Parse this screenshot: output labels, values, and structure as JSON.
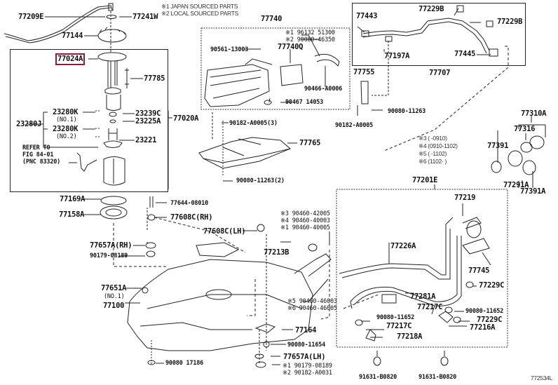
{
  "diagram": {
    "title": "Fuel tank & tube parts diagram",
    "figure_id": "772534L",
    "notes": [
      "※1 JAPAN SOURCED PARTS",
      "※2 LOCAL SOURCED PARTS"
    ],
    "date_notes": [
      "※3 (     -0910)",
      "※4 (0910-1102)",
      "※5 (     -1102)",
      "※6 (1102-     )"
    ],
    "highlight_color": "#8e1b3a",
    "groups": {
      "pump_group": {
        "label": "77020A"
      },
      "canister_group": {
        "label": "77740"
      },
      "vent_tube_group": {
        "label": "77707"
      },
      "filler_pipe_group": {
        "label": "77201E"
      },
      "gauge_group": {
        "label": "77310A"
      },
      "sender_group": {
        "label": "23280J"
      }
    },
    "parts": {
      "p77209E": "77209E",
      "p77241W": "77241W",
      "p77144": "77144",
      "p77024A": "77024A",
      "p77785": "77785",
      "p23280K_1": "23280K",
      "p23280K_1_note": "(NO.1)",
      "p23280K_2": "23280K",
      "p23280K_2_note": "(NO.2)",
      "p23239C": "23239C",
      "p23225A": "23225A",
      "p23221": "23221",
      "refer1": "REFER TO",
      "refer2": "FIG 84-01",
      "refer3": "(PNC 83320)",
      "p90561": "90561-13003",
      "p77740Q": "77740Q",
      "p96132": "※1 96132 51300",
      "p290080": "※2 90080-46350",
      "p90466": "90466-A0006",
      "p90467": "90467 14053",
      "p90182_3": "90182-A0005(3)",
      "p77765": "77765",
      "p90080_2": "90080-11263(2)",
      "p77443": "77443",
      "p77229B_1": "77229B",
      "p77229B_2": "77229B",
      "p77197A": "77197A",
      "p77445": "77445",
      "p77755": "77755",
      "p90182_b": "90182-A0005",
      "p90080_11263": "90080-11263",
      "p77316": "77316",
      "p77391": "77391",
      "p77291A": "77291A",
      "p77391A": "77391A",
      "p77219": "77219",
      "p77226A": "77226A",
      "p77745": "77745",
      "p77229C_1": "77229C",
      "p77281A": "77281A",
      "p77217C_1": "77217C",
      "p90080_11652_1": "90080-11652",
      "p90080_11652_2": "90080-11652",
      "p77229C_2": "77229C",
      "p77217C_2": "77217C",
      "p77216A": "77216A",
      "p77218A": "77218A",
      "p91631_1": "91631-B0820",
      "p91631_2": "91631-B0820",
      "p77169A": "77169A",
      "p77158A": "77158A",
      "p77644": "77644-08010",
      "p77608C_RH": "77608C(RH)",
      "p77608C_LH": "77608C(LH)",
      "p77657A_RH": "77657A(RH)",
      "p90179": "90179-08189",
      "p77651A": "77651A",
      "p77651A_note": "(NO.1)",
      "p77100": "77100",
      "p90080_17186": "90080 17186",
      "p77213B": "77213B",
      "p3_90460": "※3 90460-42005",
      "p4_90460": "※4 90460-40003",
      "p1_90460": "※1 90460-40005",
      "p5_90460": "※5 90460-46003",
      "p6_90460": "※6 90460-46005",
      "p77164": "77164",
      "p90080_11654": "90080-11654",
      "p77657A_LH": "77657A(LH)",
      "p1_90179": "※1 90179-08189",
      "p2_90182": "※2 90182-A0031"
    }
  }
}
